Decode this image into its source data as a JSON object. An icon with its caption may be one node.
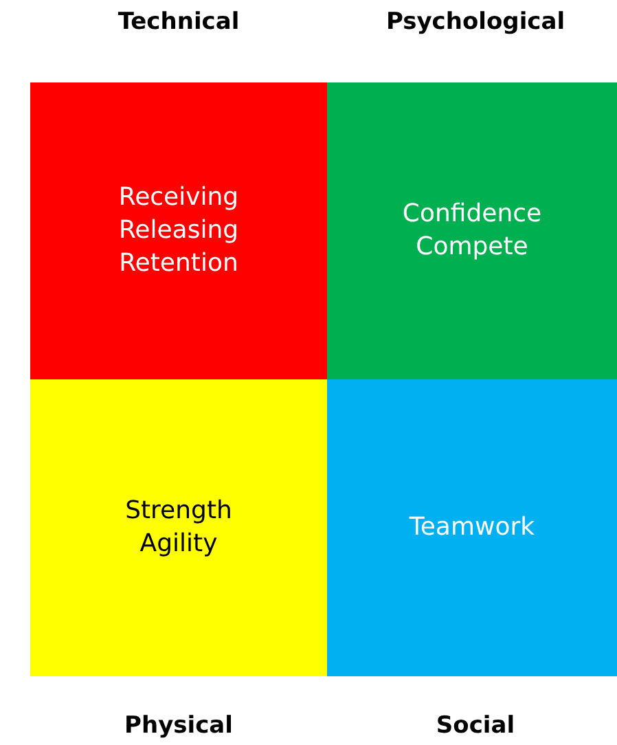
{
  "diagram": {
    "nodes": [
      {
        "text": [
          "Receiving Releasing Retention"
        ]
      },
      {
        "text": [
          "Confidence Compete"
        ]
      },
      {
        "text": [
          "Strength Agility"
        ]
      },
      {
        "text": [
          "Teamwork"
        ]
      }
    ],
    "labels": [
      "Technical",
      "Psychological",
      "Physical",
      "Social"
    ]
  }
}
